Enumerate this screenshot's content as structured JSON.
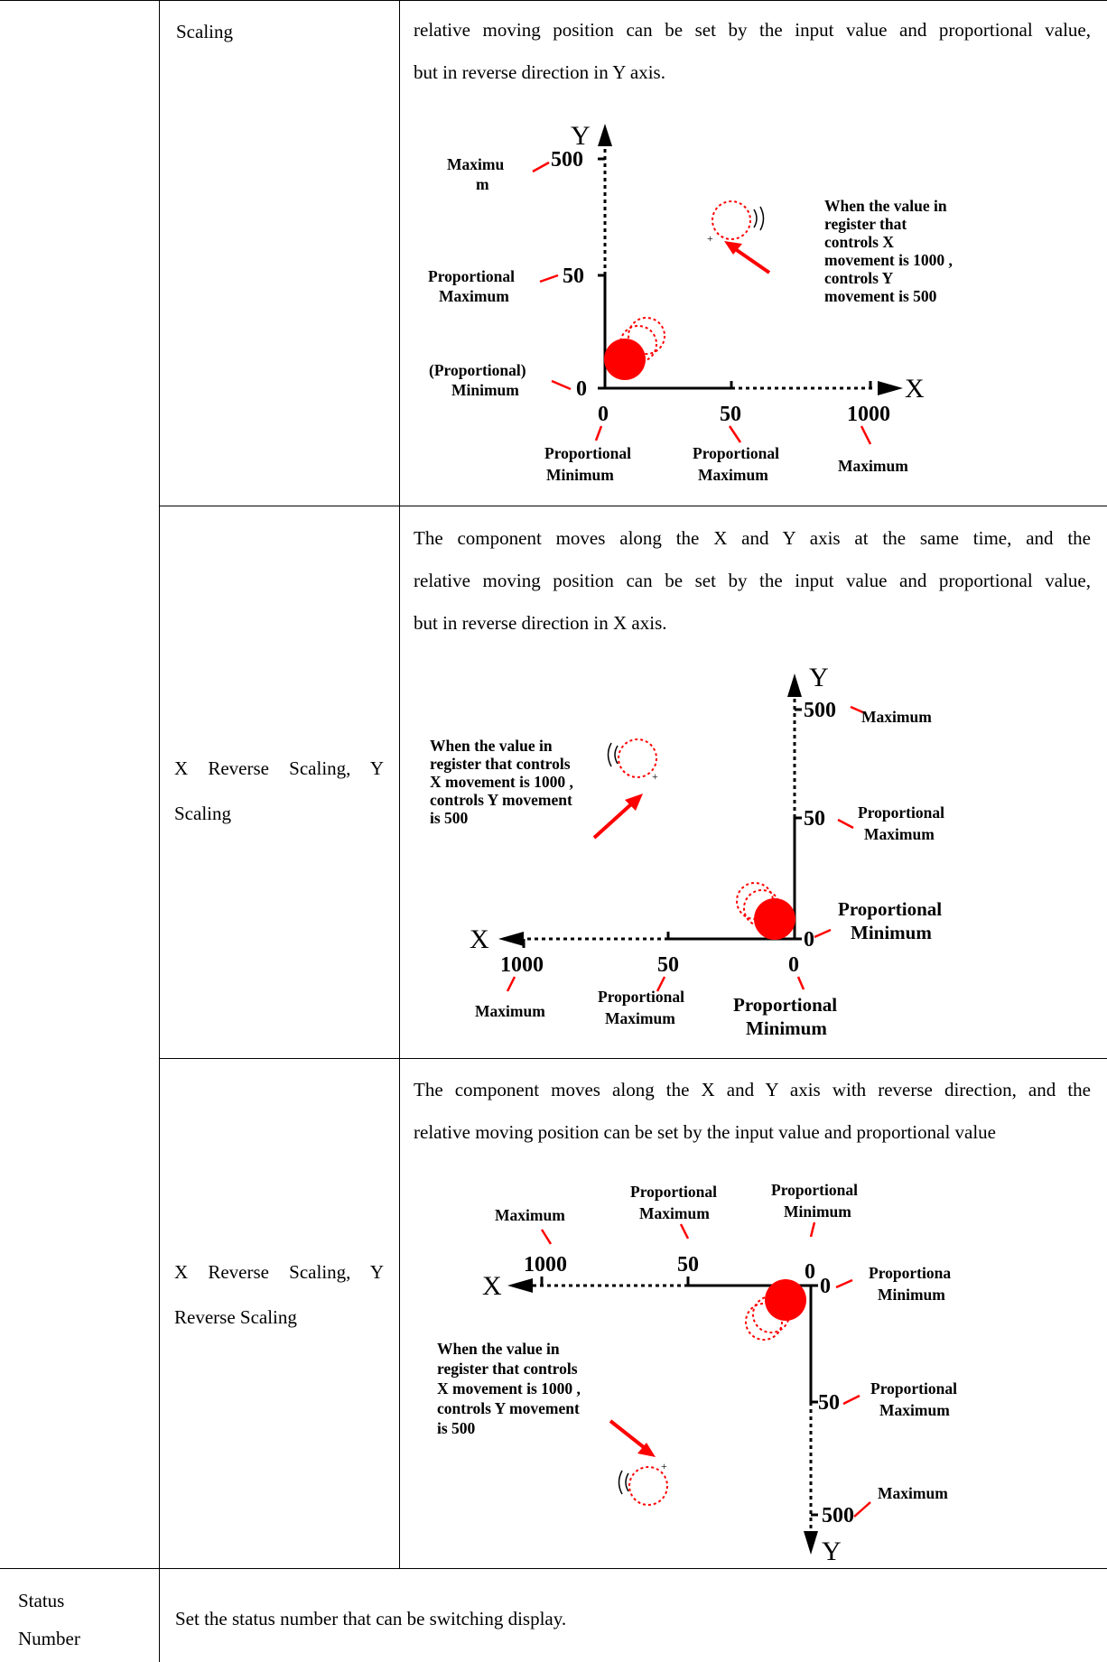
{
  "rows": [
    {
      "label": "Scaling",
      "description": [
        "relative moving position can be set by the input value and proportional value,",
        "but in reverse direction in Y axis."
      ],
      "diagram": {
        "y_axis": "Y",
        "x_axis": "X",
        "y_max_value": "500",
        "y_prop_max_value": "50",
        "y_zero": "0",
        "x_zero": "0",
        "x_prop_max_value": "50",
        "x_max_value": "1000",
        "label_y_max_line1": "Maximu",
        "label_y_max_line2": "m",
        "label_y_prop_max_line1": "Proportional",
        "label_y_prop_max_line2": "Maximum",
        "label_y_min_line1": "(Proportional)",
        "label_y_min_line2": "Minimum",
        "label_x_min_line1": "Proportional",
        "label_x_min_line2": "Minimum",
        "label_x_prop_max_line1": "Proportional",
        "label_x_prop_max_line2": "Maximum",
        "label_x_max": "Maximum",
        "note": [
          "When the value in",
          "register that",
          "controls X",
          "movement is 1000 ,",
          "controls Y",
          "movement  is 500"
        ]
      }
    },
    {
      "label_lines": [
        "X  Reverse  Scaling,  Y",
        "Scaling"
      ],
      "description": [
        "The  component  moves  along  the  X  and  Y  axis  at  the  same  time,  and  the",
        "relative moving position can be set by the input value and proportional value,",
        "but in reverse direction in X axis."
      ],
      "diagram": {
        "y_axis": "Y",
        "x_axis": "X",
        "y_max_value": "500",
        "y_prop_max_value": "50",
        "y_zero": "0",
        "x_zero": "0",
        "x_prop_max_value": "50",
        "x_max_value": "1000",
        "label_y_max": "Maximum",
        "label_y_prop_max_line1": "Proportional",
        "label_y_prop_max_line2": "Maximum",
        "label_y_min_line1": "Proportional",
        "label_y_min_line2": "Minimum",
        "label_x_min_line1": "Proportional",
        "label_x_min_line2": "Minimum",
        "label_x_prop_max_line1": "Proportional",
        "label_x_prop_max_line2": "Maximum",
        "label_x_max": "Maximum",
        "note": [
          "When the value in",
          "register that controls",
          "X movement is 1000 ,",
          "controls Y movement",
          "is 500"
        ]
      }
    },
    {
      "label_lines": [
        "X  Reverse  Scaling,  Y",
        "Reverse Scaling"
      ],
      "description": [
        "The component moves along the X and Y axis with reverse direction, and the",
        "relative moving position can be set by the input value and proportional value"
      ],
      "diagram": {
        "y_axis": "Y",
        "x_axis": "X",
        "y_max_value": "500",
        "y_prop_max_value": "50",
        "y_zero": "0",
        "x_zero": "0",
        "x_prop_max_value": "50",
        "x_max_value": "1000",
        "label_x_max": "Maximum",
        "label_x_prop_max_line1": "Proportional",
        "label_x_prop_max_line2": "Maximum",
        "label_x_min_line1": "Proportional",
        "label_x_min_line2": "Minimum",
        "label_y_min_line1": "Proportiona",
        "label_y_min_line2": "Minimum",
        "label_y_prop_max_line1": "Proportional",
        "label_y_prop_max_line2": "Maximum",
        "label_y_max": "Maximum",
        "note": [
          "When the value in",
          "register that controls",
          "X movement is 1000 ,",
          "controls Y movement",
          "is 500"
        ]
      }
    }
  ],
  "status_row": {
    "label_lines": [
      "Status",
      "Number"
    ],
    "description": "Set the status number that can be switching display."
  },
  "colors": {
    "accent_red": "#ff0000",
    "line_black": "#000000"
  }
}
